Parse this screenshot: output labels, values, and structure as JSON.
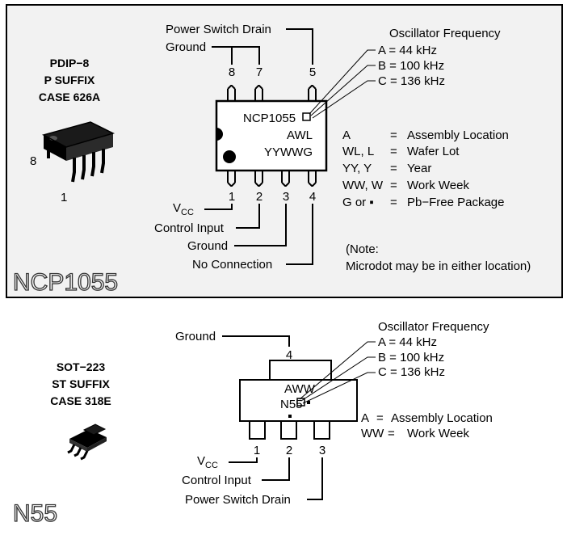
{
  "top": {
    "package_lines": [
      "PDIP−8",
      "P SUFFIX",
      "CASE 626A"
    ],
    "watermark": "NCP1055",
    "pin_numbers_top": [
      "8",
      "7",
      "5"
    ],
    "pin_numbers_bottom": [
      "1",
      "2",
      "3",
      "4"
    ],
    "pin8_side_label": "8",
    "pin1_side_label": "1",
    "marking_lines": [
      "NCP1055",
      "AWL",
      "YYWWG"
    ],
    "label_power_switch_drain": "Power Switch Drain",
    "label_ground_top": "Ground",
    "vcc_main": "V",
    "vcc_sub": "CC",
    "label_control_input": "Control Input",
    "label_ground_bottom": "Ground",
    "label_no_connection": "No Connection",
    "osc_title": "Oscillator Frequency",
    "osc_lines": [
      "A = 44 kHz",
      "B = 100 kHz",
      "C = 136 kHz"
    ],
    "legend": [
      {
        "code": "A",
        "eq": "=",
        "desc": "Assembly Location"
      },
      {
        "code": "WL, L",
        "eq": "=",
        "desc": "Wafer  Lot"
      },
      {
        "code": "YY, Y",
        "eq": "=",
        "desc": "Year"
      },
      {
        "code": "WW, W",
        "eq": "=",
        "desc": "Work Week"
      },
      {
        "code": "G or ▪",
        "eq": "=",
        "desc": "Pb−Free Package"
      }
    ],
    "note_line1": "(Note:",
    "note_line2": "Microdot may be in either location)"
  },
  "bottom": {
    "package_lines": [
      "SOT−223",
      "ST SUFFIX",
      "CASE 318E"
    ],
    "watermark": "N55",
    "tab_pin_number": "4",
    "pin_numbers": [
      "1",
      "2",
      "3"
    ],
    "marking_lines": [
      "AWW",
      "N55"
    ],
    "label_ground": "Ground",
    "vcc_main": "V",
    "vcc_sub": "CC",
    "label_control_input": "Control Input",
    "label_power_switch_drain": "Power Switch Drain",
    "osc_title": "Oscillator Frequency",
    "osc_lines": [
      "A = 44 kHz",
      "B = 100 kHz",
      "C = 136 kHz"
    ],
    "legend": [
      {
        "code": "A",
        "eq": "=",
        "desc": "Assembly Location"
      },
      {
        "code": "WW",
        "eq": "=",
        "desc": "Work Week"
      }
    ]
  }
}
